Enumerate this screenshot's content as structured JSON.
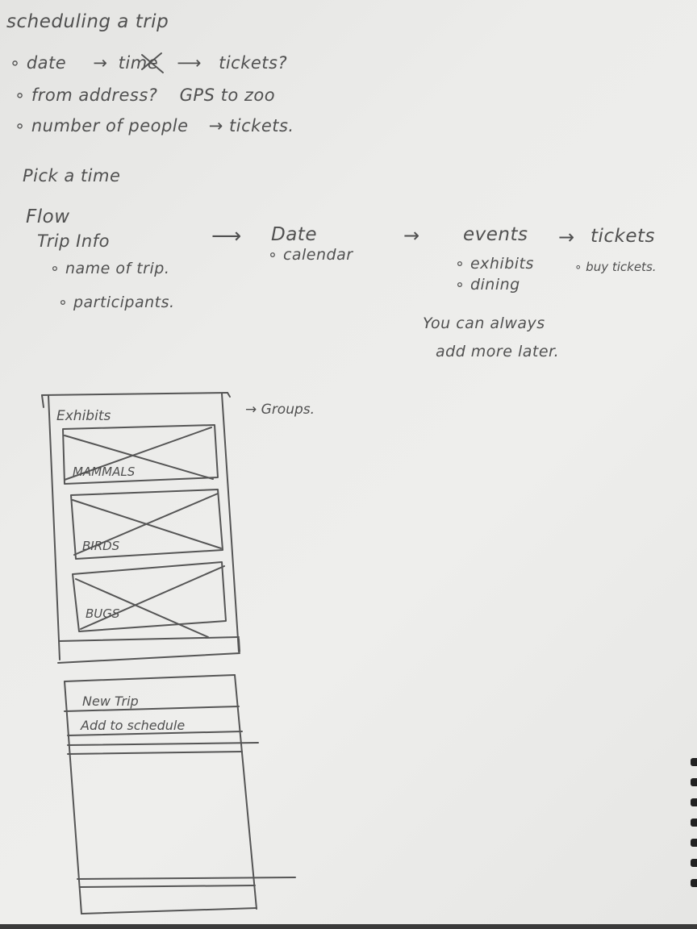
{
  "notes": {
    "title": "scheduling a trip",
    "bullets": [
      {
        "text": "date",
        "arrow1": "→",
        "strike": "time",
        "arrow2": "⟶",
        "target": "tickets?"
      },
      {
        "text": "from address?",
        "extra": "GPS to zoo"
      },
      {
        "text": "number of people",
        "arrow": "→",
        "target": "tickets."
      }
    ],
    "pick_time": "Pick a time"
  },
  "flow": {
    "label": "Flow",
    "steps": [
      {
        "title": "Trip Info",
        "items": [
          "name of trip.",
          "participants."
        ]
      },
      {
        "title": "Date",
        "items": [
          "calendar"
        ]
      },
      {
        "title": "events",
        "items": [
          "exhibits",
          "dining"
        ]
      },
      {
        "title": "tickets",
        "items": [
          "buy tickets."
        ]
      }
    ],
    "arrows": [
      "⟶",
      "→",
      "→"
    ],
    "note_line1": "You can always",
    "note_line2": "add more later."
  },
  "exhibits_sketch": {
    "header": "Exhibits",
    "side_note": "→ Groups.",
    "cards": [
      {
        "label": "MAMMALS"
      },
      {
        "label": "BIRDS"
      },
      {
        "label": "BUGS"
      }
    ]
  },
  "menu_sketch": {
    "items": [
      "New Trip",
      "Add to schedule"
    ]
  }
}
